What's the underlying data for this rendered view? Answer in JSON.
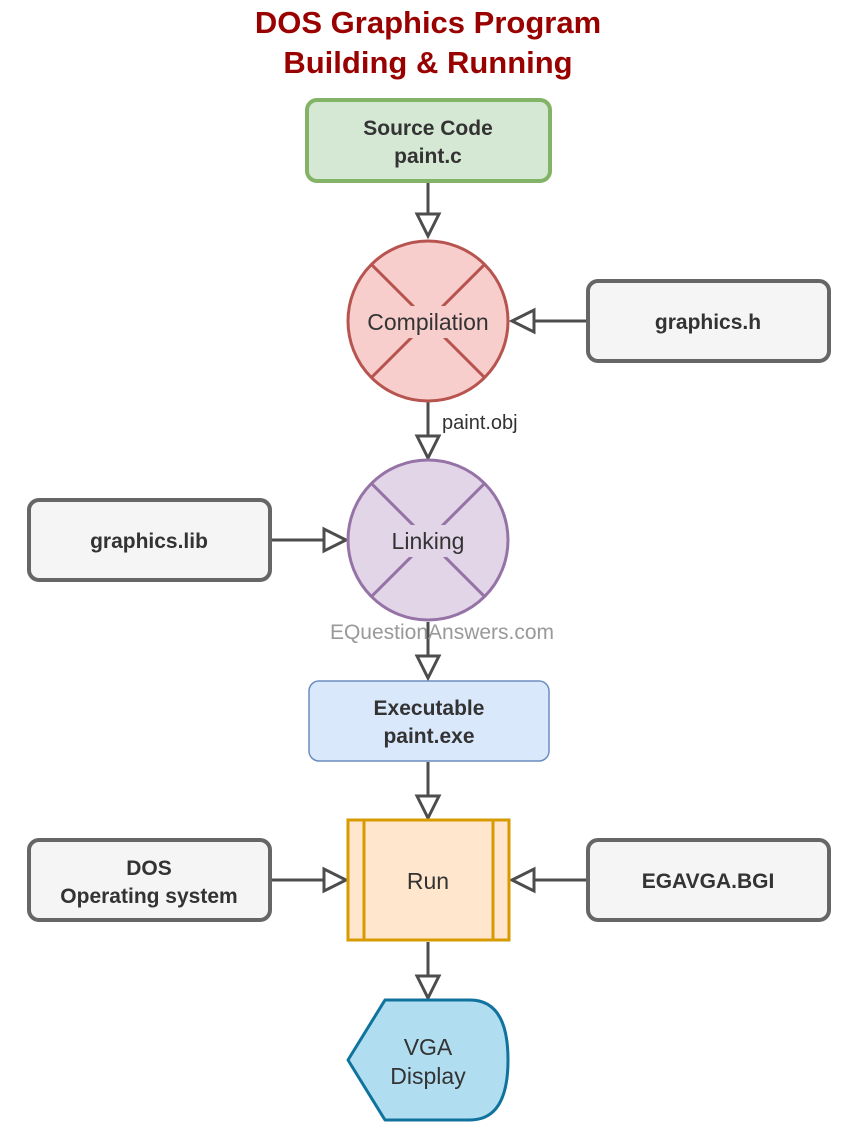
{
  "title": {
    "line1": "DOS Graphics Program",
    "line2": "Building & Running"
  },
  "nodes": {
    "source_code": {
      "line1": "Source Code",
      "line2": "paint.c"
    },
    "compilation": {
      "label": "Compilation"
    },
    "graphics_h": {
      "label": "graphics.h"
    },
    "linking": {
      "label": "Linking"
    },
    "graphics_lib": {
      "label": "graphics.lib"
    },
    "executable": {
      "line1": "Executable",
      "line2": "paint.exe"
    },
    "run": {
      "label": "Run"
    },
    "dos": {
      "line1": "DOS",
      "line2": "Operating system"
    },
    "egavga": {
      "label": "EGAVGA.BGI"
    },
    "vga_display": {
      "line1": "VGA",
      "line2": "Display"
    }
  },
  "edges": {
    "compile_to_link_label": "paint.obj"
  },
  "watermark": "EQuestionAnswers.com",
  "colors": {
    "title": "#990000",
    "source_fill": "#d5e8d4",
    "source_stroke": "#82b366",
    "compile_fill": "#f8cecc",
    "compile_stroke": "#b85450",
    "link_fill": "#e1d5e7",
    "link_stroke": "#9673a6",
    "exe_fill": "#dae8fc",
    "exe_stroke": "#6c8ebf",
    "run_fill": "#ffe6cc",
    "run_stroke": "#d79b00",
    "display_fill": "#b1ddf0",
    "display_stroke": "#10739e",
    "input_fill": "#f5f5f5",
    "input_stroke": "#666666",
    "edge": "#4d4d4d"
  }
}
